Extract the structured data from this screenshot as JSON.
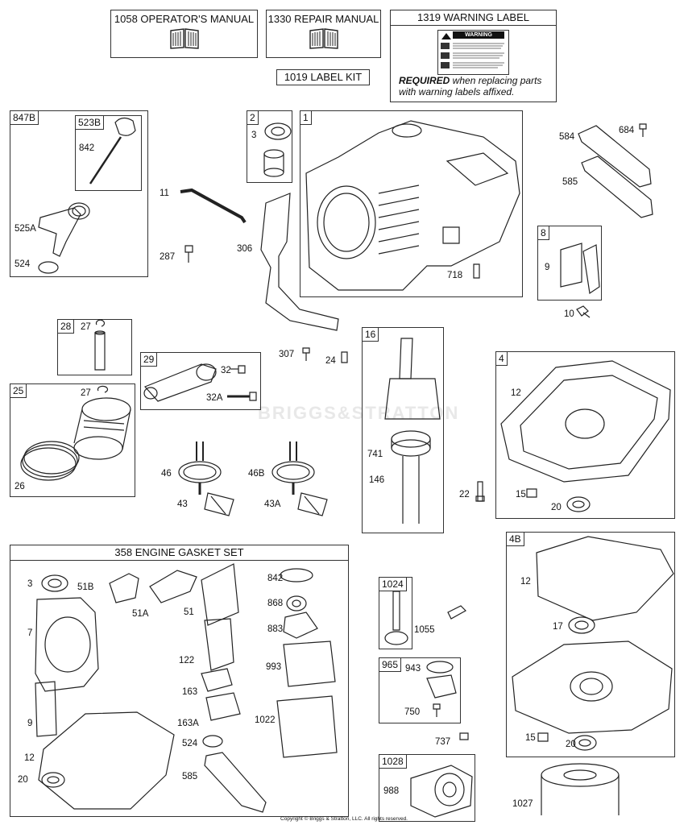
{
  "headers": {
    "operators_manual": "1058 OPERATOR'S MANUAL",
    "repair_manual": "1330 REPAIR MANUAL",
    "warning_label": "1319 WARNING LABEL",
    "label_kit": "1019 LABEL KIT",
    "warning_word": "WARNING",
    "required_bold": "REQUIRED",
    "required_rest": " when replacing parts with warning labels affixed.",
    "gasket_set": "358 ENGINE GASKET SET"
  },
  "boxes": {
    "b847B": "847B",
    "b523B": "523B",
    "b2": "2",
    "b1": "1",
    "b8": "8",
    "b28": "28",
    "b29": "29",
    "b25": "25",
    "b16": "16",
    "b4": "4",
    "b4B": "4B",
    "b1024": "1024",
    "b965": "965",
    "b1028": "1028"
  },
  "labels": {
    "l842a": "842",
    "l525A": "525A",
    "l524a": "524",
    "l3a": "3",
    "l11": "11",
    "l287": "287",
    "l306": "306",
    "l718": "718",
    "l584": "584",
    "l684": "684",
    "l585a": "585",
    "l9a": "9",
    "l10": "10",
    "l27a": "27",
    "l32": "32",
    "l32A": "32A",
    "l307": "307",
    "l24": "24",
    "l27b": "27",
    "l26": "26",
    "l46": "46",
    "l46B": "46B",
    "l43": "43",
    "l43A": "43A",
    "l741": "741",
    "l146": "146",
    "l22": "22",
    "l12a": "12",
    "l15a": "15",
    "l20a": "20",
    "l3b": "3",
    "l51B": "51B",
    "l51A": "51A",
    "l51": "51",
    "l842b": "842",
    "l868": "868",
    "l883": "883",
    "l7": "7",
    "l122": "122",
    "l993": "993",
    "l163": "163",
    "l163A": "163A",
    "l9b": "9",
    "l1022": "1022",
    "l524b": "524",
    "l12b": "12",
    "l20b": "20",
    "l585b": "585",
    "l1055": "1055",
    "l943": "943",
    "l750": "750",
    "l737": "737",
    "l988": "988",
    "l12c": "12",
    "l17": "17",
    "l15b": "15",
    "l20c": "20",
    "l1027": "1027"
  },
  "watermark": "BRIGGS&STRATTON",
  "copyright": "Copyright © Briggs & Stratton, LLC. All rights reserved."
}
